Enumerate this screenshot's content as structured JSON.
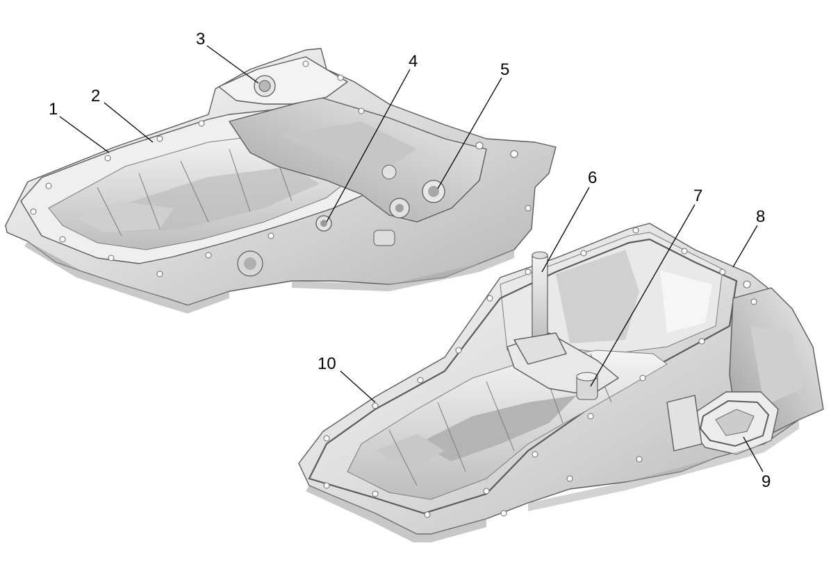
{
  "figure": {
    "callouts": [
      {
        "num": "1"
      },
      {
        "num": "2"
      },
      {
        "num": "3"
      },
      {
        "num": "4"
      },
      {
        "num": "5"
      },
      {
        "num": "6"
      },
      {
        "num": "7"
      },
      {
        "num": "8"
      },
      {
        "num": "9"
      },
      {
        "num": "10"
      }
    ],
    "colors": {
      "background": "#ffffff",
      "metal_light": "#f2f2f2",
      "metal_mid": "#d6d6d6",
      "metal_dark": "#a9a9a9",
      "edge": "#5a5a5a",
      "label": "#000000"
    }
  }
}
